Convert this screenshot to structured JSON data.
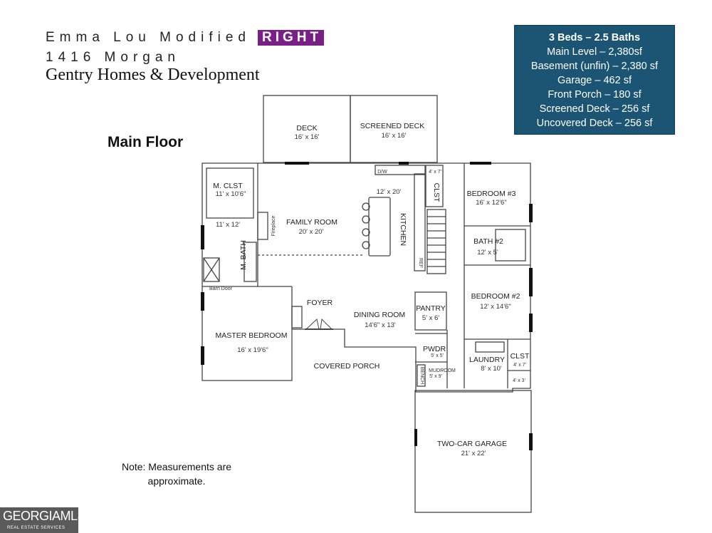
{
  "header": {
    "line1": "Emma Lou Modified",
    "badge": "RIGHT",
    "line2": "1416 Morgan",
    "line3": "Gentry Homes & Development"
  },
  "info_box": {
    "title": "3 Beds – 2.5 Baths",
    "lines": [
      "Main Level – 2,380sf",
      "Basement (unfin) – 2,380 sf",
      "Garage – 462 sf",
      "Front Porch – 180 sf",
      "Screened Deck – 256 sf",
      "Uncovered Deck – 256 sf"
    ],
    "bg_color": "#1b5573"
  },
  "floor_title": "Main Floor",
  "note": "Note: Measurements are approximate.",
  "rooms": {
    "deck": {
      "label": "DECK",
      "dim": "16' x 16'"
    },
    "screened_deck": {
      "label": "SCREENED DECK",
      "dim": "16' x 16'"
    },
    "m_clst": {
      "label": "M. CLST",
      "dim": "11' x 10'6\""
    },
    "m_bath": {
      "label": "M. BATH",
      "dim": "11' x 12'"
    },
    "fireplace": {
      "label": "Fireplace"
    },
    "family_room": {
      "label": "FAMILY ROOM",
      "dim": "20' x 20'"
    },
    "kitchen": {
      "label": "KITCHEN",
      "dim": "12' x 20'"
    },
    "dw": {
      "label": "D/W"
    },
    "ref": {
      "label": "REF"
    },
    "clst_upper": {
      "label": "CLST",
      "dim": "4' x 7'"
    },
    "bedroom3": {
      "label": "BEDROOM #3",
      "dim": "16' x 12'6\""
    },
    "bath2": {
      "label": "BATH #2",
      "dim": "12' x 5'"
    },
    "bedroom2": {
      "label": "BEDROOM #2",
      "dim": "12' x 14'6\""
    },
    "barn_door": {
      "label": "Barn Door"
    },
    "foyer": {
      "label": "FOYER"
    },
    "pantry": {
      "label": "PANTRY",
      "dim": "5' x 6'"
    },
    "dining_room": {
      "label": "DINING ROOM",
      "dim": "14'6\" x 13'"
    },
    "master_bedroom": {
      "label": "MASTER BEDROOM",
      "dim": "16' x 19'6\""
    },
    "pwdr": {
      "label": "PWDR",
      "dim": "5' x 5'"
    },
    "laundry": {
      "label": "LAUNDRY",
      "dim": "8' x 10'"
    },
    "clst_lower": {
      "label": "CLST",
      "dim": "4' x 7'"
    },
    "small_closet": {
      "dim": "4' x 3'"
    },
    "bench": {
      "label": "BENCH"
    },
    "mudroom": {
      "label": "MUDROOM",
      "dim": "5' x 9'"
    },
    "covered_porch": {
      "label": "COVERED PORCH"
    },
    "garage": {
      "label": "TWO-CAR GARAGE",
      "dim": "21' x 22'"
    }
  },
  "logo": {
    "name": "GEORGIAMLS",
    "sub": "REAL ESTATE SERVICES"
  }
}
